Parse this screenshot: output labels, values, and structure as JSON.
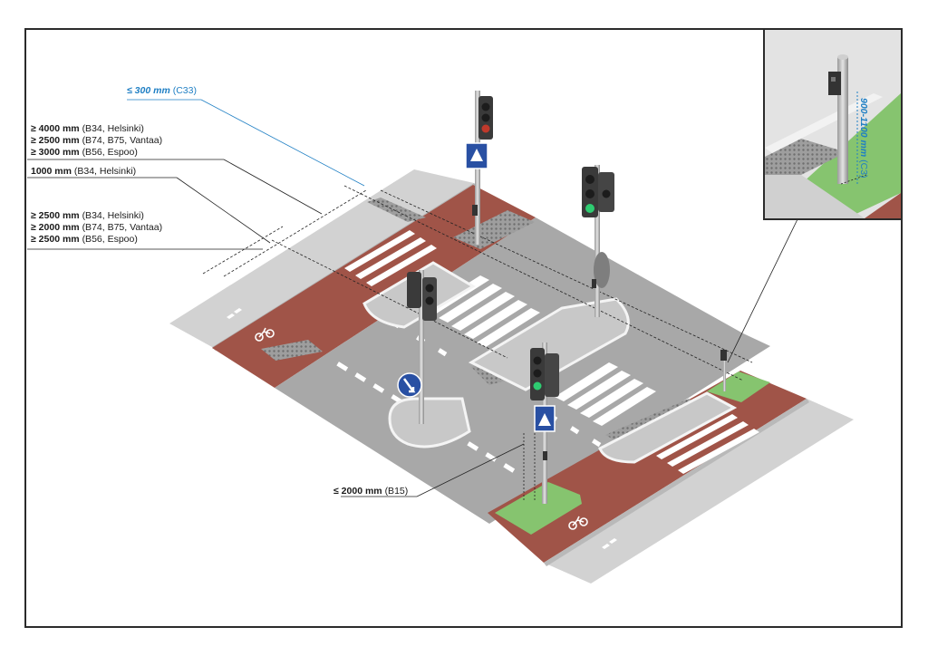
{
  "dimensions": {
    "d300": {
      "value": "≤ 300 mm",
      "ref": "(C33)"
    },
    "sidewalk_widths": [
      {
        "value": "≥ 4000 mm",
        "ref": "(B34, Helsinki)"
      },
      {
        "value": "≥ 2500 mm",
        "ref": "(B74, B75, Vantaa)"
      },
      {
        "value": "≥ 3000 mm",
        "ref": "(B56, Espoo)"
      }
    ],
    "d1000": {
      "value": "1000 mm",
      "ref": "(B34, Helsinki)"
    },
    "cycle_widths": [
      {
        "value": "≥ 2500 mm",
        "ref": "(B34, Helsinki)"
      },
      {
        "value": "≥ 2000 mm",
        "ref": "(B74, B75, Vantaa)"
      },
      {
        "value": "≥ 2500 mm",
        "ref": "(B56, Espoo)"
      }
    ],
    "d2000": {
      "value": "≤ 2000 mm",
      "ref": "(B15)"
    }
  },
  "inset": {
    "height": {
      "value": "900-1100 mm",
      "ref": "(C3)"
    }
  },
  "icons": [
    "bicycle-icon",
    "pedestrian-icon",
    "traffic-light-icon",
    "crosswalk-sign-icon",
    "keep-left-sign-icon",
    "push-button-icon"
  ],
  "colors": {
    "road": "#a7a7a7",
    "sidewalk": "#d3d3d3",
    "cycle_lane": "#a05448",
    "green_area": "#86c46f",
    "island": "#c9c9c9",
    "dimension_blue": "#1f7fc4",
    "sign_blue": "#2950a3"
  }
}
